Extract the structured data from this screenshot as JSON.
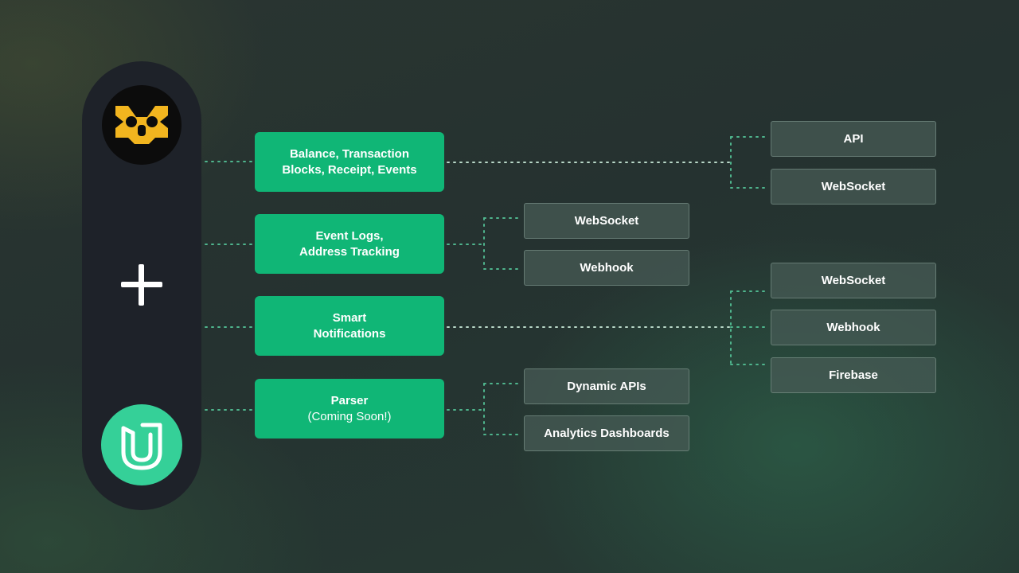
{
  "sources": {
    "top_logo": "yellow-network-logo-icon",
    "plus": "plus-icon",
    "bottom_logo": "shield-u-logo-icon"
  },
  "colors": {
    "green_box": "#10b676",
    "logo_yellow": "#f2b51f",
    "logo_green": "#35d098",
    "pill": "#1e2229"
  },
  "features": [
    {
      "line1": "Balance, Transaction",
      "line2": "Blocks, Receipt, Events"
    },
    {
      "line1": "Event Logs,",
      "line2": "Address Tracking"
    },
    {
      "line1": "Smart",
      "line2": "Notifications"
    },
    {
      "line1": "Parser",
      "line2": "(Coming Soon!)"
    }
  ],
  "outputs": {
    "balance": [
      "API",
      "WebSocket"
    ],
    "event_logs": [
      "WebSocket",
      "Webhook"
    ],
    "notifications": [
      "WebSocket",
      "Webhook",
      "Firebase"
    ],
    "parser": [
      "Dynamic APIs",
      "Analytics Dashboards"
    ]
  }
}
